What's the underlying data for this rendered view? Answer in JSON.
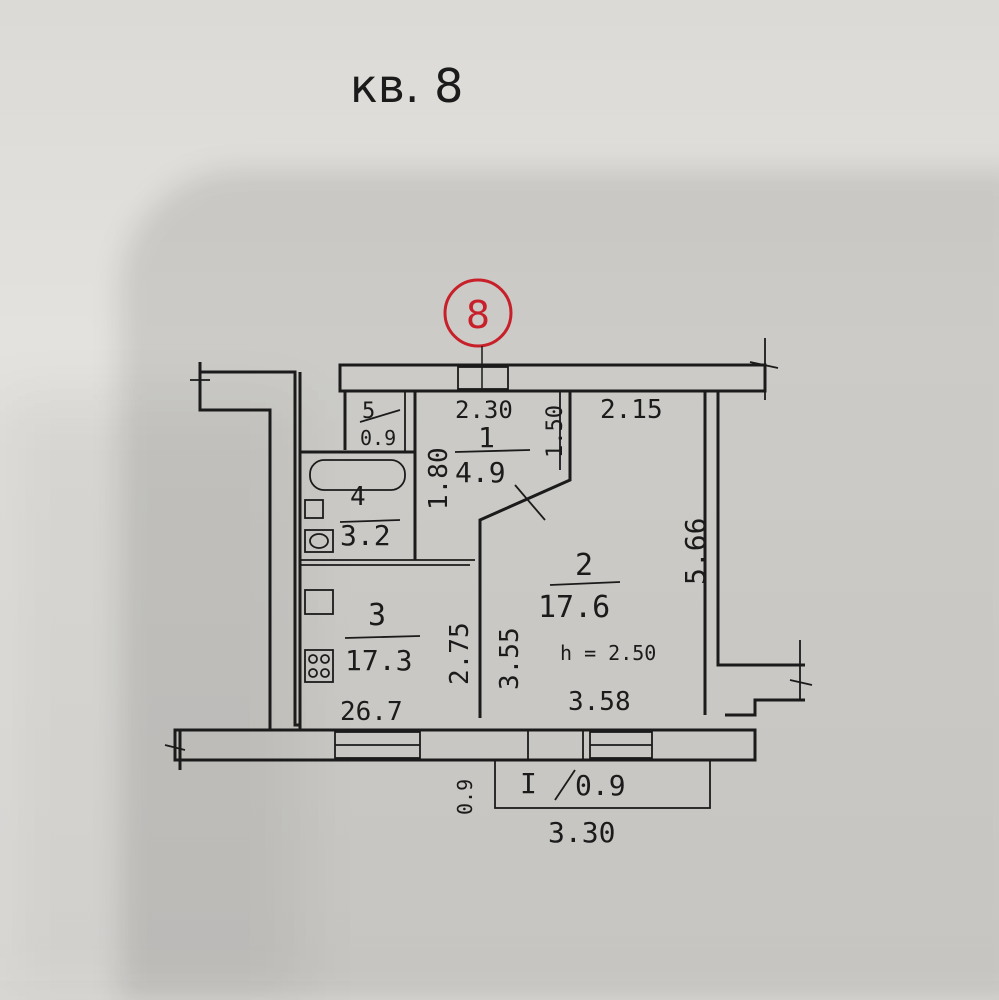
{
  "header": {
    "apartment_title": "кв. 8"
  },
  "marker": {
    "label": "8",
    "color": "#c8202a"
  },
  "rooms": [
    {
      "id": "1",
      "area": "4.9"
    },
    {
      "id": "2",
      "area": "17.6",
      "height_label": "h = 2.50"
    },
    {
      "id": "3",
      "area": "17.3"
    },
    {
      "id": "4",
      "area": "3.2"
    },
    {
      "id": "5",
      "area": "0.9"
    }
  ],
  "totals": {
    "apartment_area": "26.7"
  },
  "dimensions": {
    "top_hall": "2.30",
    "top_hall_side": "1.50",
    "top_room": "2.15",
    "room_height_side": "5.66",
    "hall_vertical": "1.80",
    "kitchen_vertical": "2.75",
    "room_left_vertical": "3.55",
    "room_bottom": "3.58",
    "balcony_width": "3.30",
    "balcony_depth": "0.9"
  },
  "balcony": {
    "label": "I",
    "area": "0.9"
  },
  "colors": {
    "ink": "#1b1b1b",
    "paper": "#e2e0dc",
    "marker": "#c8202a"
  }
}
